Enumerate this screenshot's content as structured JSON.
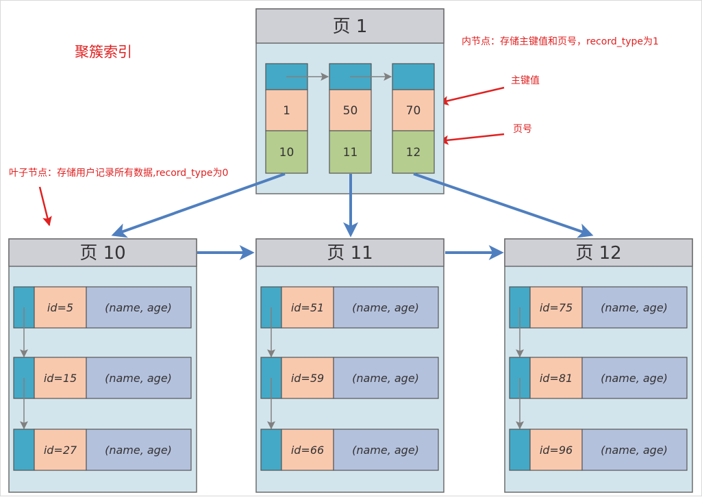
{
  "title": "聚簇索引",
  "annotations": {
    "internal_node": "内节点：存储主键值和页号，record_type为1",
    "primary_key": "主键值",
    "page_number": "页号",
    "leaf_node": "叶子节点：存储用户记录所有数据,record_type为0"
  },
  "root_page": {
    "title": "页 1",
    "records": [
      {
        "key": "1",
        "page": "10"
      },
      {
        "key": "50",
        "page": "11"
      },
      {
        "key": "70",
        "page": "12"
      }
    ]
  },
  "leaf_pages": [
    {
      "title": "页 10",
      "records": [
        {
          "id": "id=5",
          "data": "(name, age)"
        },
        {
          "id": "id=15",
          "data": "(name, age)"
        },
        {
          "id": "id=27",
          "data": "(name, age)"
        }
      ]
    },
    {
      "title": "页 11",
      "records": [
        {
          "id": "id=51",
          "data": "(name, age)"
        },
        {
          "id": "id=59",
          "data": "(name, age)"
        },
        {
          "id": "id=66",
          "data": "(name, age)"
        }
      ]
    },
    {
      "title": "页 12",
      "records": [
        {
          "id": "id=75",
          "data": "(name, age)"
        },
        {
          "id": "id=81",
          "data": "(name, age)"
        },
        {
          "id": "id=96",
          "data": "(name, age)"
        }
      ]
    }
  ],
  "colors": {
    "page_bg": "#d3e5ec",
    "page_header": "#cfcfd6",
    "record_head": "#44a9c6",
    "record_key": "#f9c9ae",
    "record_page": "#b5cd8e",
    "record_data": "#b4c1dd",
    "blue_arrow": "#4f7fbf",
    "red": "#e02020"
  }
}
